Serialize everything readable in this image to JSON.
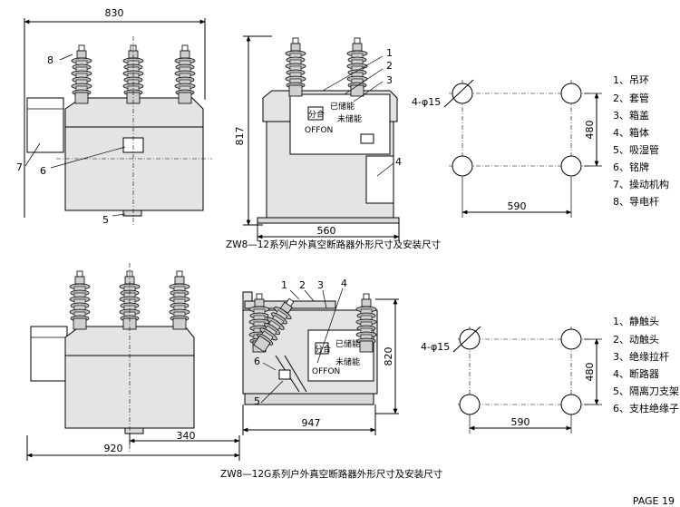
{
  "top": {
    "dims": {
      "width_front": "830",
      "height_side": "817",
      "width_side": "560",
      "hole_dia": "4-φ15",
      "hole_h": "480",
      "hole_w": "590"
    },
    "callouts": {
      "c1": "1",
      "c2": "2",
      "c3": "3",
      "c4": "4",
      "c5": "5",
      "c6": "6",
      "c7": "7",
      "c8": "8"
    },
    "panel": {
      "open_close": "分合",
      "stored": "已储能",
      "not_stored": "未储能",
      "offon": "OFFON"
    },
    "legend": [
      "1、吊环",
      "2、套管",
      "3、箱盖",
      "4、箱体",
      "5、吸湿管",
      "6、铭牌",
      "7、操动机构",
      "8、导电杆"
    ],
    "caption": "ZW8—12系列户外真空断路器外形尺寸及安装尺寸"
  },
  "bottom": {
    "dims": {
      "width_front": "920",
      "offset_front": "340",
      "width_side": "947",
      "height_side": "820",
      "hole_dia": "4-φ15",
      "hole_h": "480",
      "hole_w": "590"
    },
    "callouts": {
      "c1": "1",
      "c2": "2",
      "c3": "3",
      "c4": "4",
      "c5": "5",
      "c6": "6"
    },
    "panel": {
      "open_close": "分合",
      "stored": "已储能",
      "not_stored": "未储能",
      "offon": "OFFON"
    },
    "legend": [
      "1、静触头",
      "2、动触头",
      "3、绝缘拉杆",
      "4、断路器",
      "5、隔离刀支架",
      "6、支柱绝缘子"
    ],
    "caption": "ZW8—12G系列户外真空断路器外形尺寸及安装尺寸"
  },
  "page_label": "PAGE 19"
}
